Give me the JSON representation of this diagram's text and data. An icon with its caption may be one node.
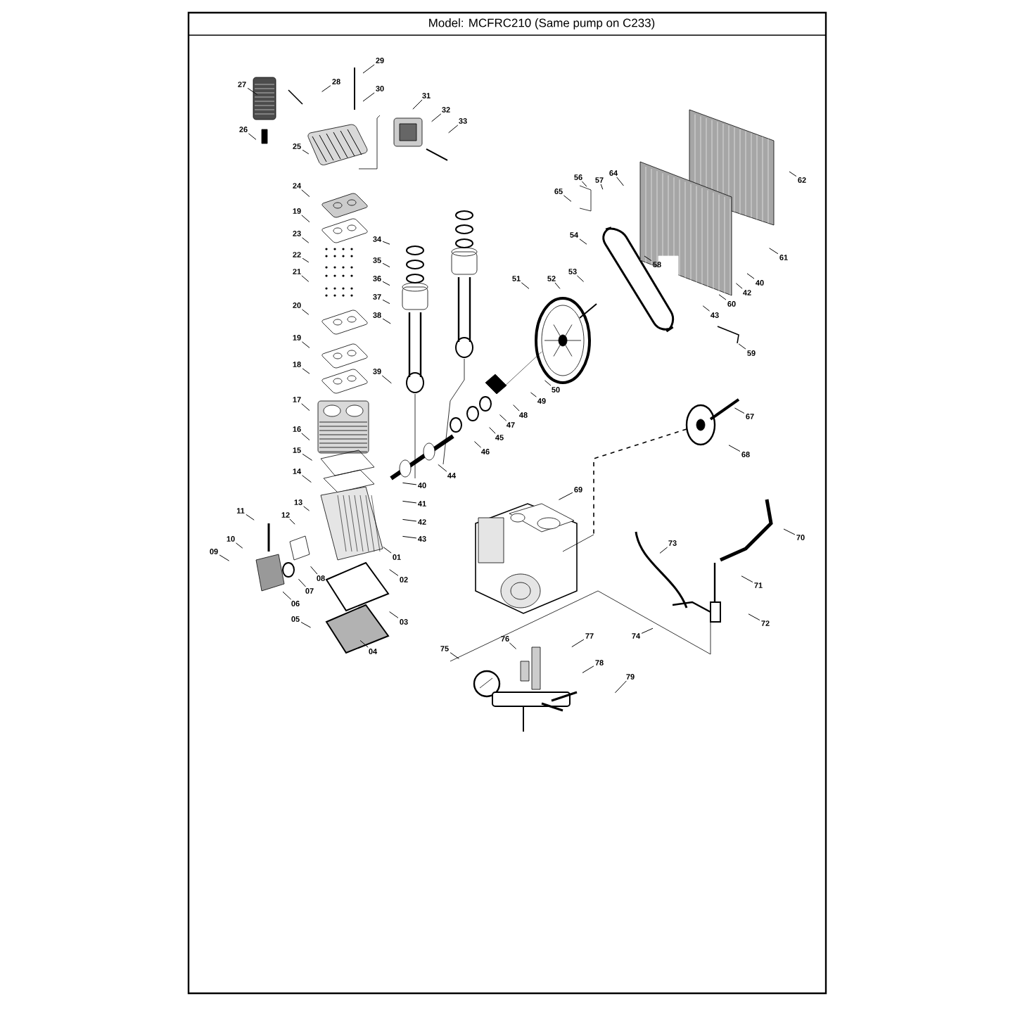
{
  "diagram": {
    "title": "Model: MCFRC210 (Same pump on C233)",
    "nodes": [
      {
        "text": [
          "27"
        ]
      },
      {
        "text": [
          "28"
        ]
      },
      {
        "text": [
          "29"
        ]
      },
      {
        "text": [
          "30"
        ]
      },
      {
        "text": [
          "31"
        ]
      },
      {
        "text": [
          "32"
        ]
      },
      {
        "text": [
          "33"
        ]
      },
      {
        "text": [
          "26"
        ]
      },
      {
        "text": [
          "25"
        ]
      },
      {
        "text": [
          "24"
        ]
      },
      {
        "text": [
          "19"
        ]
      },
      {
        "text": [
          "23"
        ]
      },
      {
        "text": [
          "22"
        ]
      },
      {
        "text": [
          "21"
        ]
      },
      {
        "text": [
          "34"
        ]
      },
      {
        "text": [
          "35"
        ]
      },
      {
        "text": [
          "36"
        ]
      },
      {
        "text": [
          "37"
        ]
      },
      {
        "text": [
          "38"
        ]
      },
      {
        "text": [
          "20"
        ]
      },
      {
        "text": [
          "19"
        ]
      },
      {
        "text": [
          "18"
        ]
      },
      {
        "text": [
          "39"
        ]
      },
      {
        "text": [
          "17"
        ]
      },
      {
        "text": [
          "16"
        ]
      },
      {
        "text": [
          "15"
        ]
      },
      {
        "text": [
          "14"
        ]
      },
      {
        "text": [
          "11"
        ]
      },
      {
        "text": [
          "13"
        ]
      },
      {
        "text": [
          "12"
        ]
      },
      {
        "text": [
          "10"
        ]
      },
      {
        "text": [
          "09"
        ]
      },
      {
        "text": [
          "08"
        ]
      },
      {
        "text": [
          "07"
        ]
      },
      {
        "text": [
          "06"
        ]
      },
      {
        "text": [
          "05"
        ]
      },
      {
        "text": [
          "04"
        ]
      },
      {
        "text": [
          "03"
        ]
      },
      {
        "text": [
          "02"
        ]
      },
      {
        "text": [
          "01"
        ]
      },
      {
        "text": [
          "40"
        ]
      },
      {
        "text": [
          "41"
        ]
      },
      {
        "text": [
          "42"
        ]
      },
      {
        "text": [
          "43"
        ]
      },
      {
        "text": [
          "44"
        ]
      },
      {
        "text": [
          "46"
        ]
      },
      {
        "text": [
          "45"
        ]
      },
      {
        "text": [
          "47"
        ]
      },
      {
        "text": [
          "48"
        ]
      },
      {
        "text": [
          "49"
        ]
      },
      {
        "text": [
          "50"
        ]
      },
      {
        "text": [
          "51"
        ]
      },
      {
        "text": [
          "52"
        ]
      },
      {
        "text": [
          "53"
        ]
      },
      {
        "text": [
          "54"
        ]
      },
      {
        "text": [
          "65"
        ]
      },
      {
        "text": [
          "56"
        ]
      },
      {
        "text": [
          "57"
        ]
      },
      {
        "text": [
          "64"
        ]
      },
      {
        "text": [
          "58"
        ]
      },
      {
        "text": [
          "62"
        ]
      },
      {
        "text": [
          "61"
        ]
      },
      {
        "text": [
          "40"
        ]
      },
      {
        "text": [
          "42"
        ]
      },
      {
        "text": [
          "60"
        ]
      },
      {
        "text": [
          "43"
        ]
      },
      {
        "text": [
          "59"
        ]
      },
      {
        "text": [
          "67"
        ]
      },
      {
        "text": [
          "68"
        ]
      },
      {
        "text": [
          "69"
        ]
      },
      {
        "text": [
          "73"
        ]
      },
      {
        "text": [
          "70"
        ]
      },
      {
        "text": [
          "71"
        ]
      },
      {
        "text": [
          "72"
        ]
      },
      {
        "text": [
          "74"
        ]
      },
      {
        "text": [
          "75"
        ]
      },
      {
        "text": [
          "76"
        ]
      },
      {
        "text": [
          "77"
        ]
      },
      {
        "text": [
          "78"
        ]
      },
      {
        "text": [
          "79"
        ]
      }
    ],
    "edges": [
      {
        "from": 0,
        "to": null,
        "arrow": "none"
      },
      {
        "from": 1,
        "to": null,
        "arrow": "none"
      },
      {
        "from": 2,
        "to": null,
        "arrow": "none"
      },
      {
        "from": 3,
        "to": null,
        "arrow": "none"
      },
      {
        "from": 4,
        "to": null,
        "arrow": "none"
      },
      {
        "from": 5,
        "to": null,
        "arrow": "none"
      },
      {
        "from": 6,
        "to": null,
        "arrow": "none"
      },
      {
        "from": 7,
        "to": null,
        "arrow": "none"
      },
      {
        "from": 8,
        "to": null,
        "arrow": "none"
      },
      {
        "from": 9,
        "to": null,
        "arrow": "none"
      },
      {
        "from": 10,
        "to": null,
        "arrow": "none"
      },
      {
        "from": 11,
        "to": null,
        "arrow": "none"
      },
      {
        "from": 12,
        "to": null,
        "arrow": "none"
      },
      {
        "from": 13,
        "to": null,
        "arrow": "none"
      },
      {
        "from": 14,
        "to": null,
        "arrow": "none"
      },
      {
        "from": 15,
        "to": null,
        "arrow": "none"
      },
      {
        "from": 16,
        "to": null,
        "arrow": "none"
      },
      {
        "from": 17,
        "to": null,
        "arrow": "none"
      },
      {
        "from": 18,
        "to": null,
        "arrow": "none"
      },
      {
        "from": 19,
        "to": null,
        "arrow": "none"
      },
      {
        "from": 20,
        "to": null,
        "arrow": "none"
      },
      {
        "from": 21,
        "to": null,
        "arrow": "none"
      },
      {
        "from": 22,
        "to": null,
        "arrow": "none"
      },
      {
        "from": 23,
        "to": null,
        "arrow": "none"
      },
      {
        "from": 24,
        "to": null,
        "arrow": "none"
      },
      {
        "from": 25,
        "to": null,
        "arrow": "none"
      },
      {
        "from": 26,
        "to": null,
        "arrow": "none"
      },
      {
        "from": 27,
        "to": null,
        "arrow": "none"
      },
      {
        "from": 28,
        "to": null,
        "arrow": "none"
      },
      {
        "from": 29,
        "to": null,
        "arrow": "none"
      },
      {
        "from": 30,
        "to": null,
        "arrow": "none"
      },
      {
        "from": 31,
        "to": null,
        "arrow": "none"
      },
      {
        "from": 32,
        "to": null,
        "arrow": "none"
      },
      {
        "from": 33,
        "to": null,
        "arrow": "none"
      },
      {
        "from": 34,
        "to": null,
        "arrow": "none"
      },
      {
        "from": 35,
        "to": null,
        "arrow": "none"
      },
      {
        "from": 36,
        "to": null,
        "arrow": "none"
      },
      {
        "from": 37,
        "to": null,
        "arrow": "none"
      },
      {
        "from": 38,
        "to": null,
        "arrow": "none"
      },
      {
        "from": 39,
        "to": null,
        "arrow": "none"
      },
      {
        "from": 40,
        "to": null,
        "arrow": "none"
      },
      {
        "from": 41,
        "to": null,
        "arrow": "none"
      },
      {
        "from": 42,
        "to": null,
        "arrow": "none"
      },
      {
        "from": 43,
        "to": null,
        "arrow": "none"
      },
      {
        "from": 44,
        "to": null,
        "arrow": "none"
      },
      {
        "from": 45,
        "to": null,
        "arrow": "none"
      },
      {
        "from": 46,
        "to": null,
        "arrow": "none"
      },
      {
        "from": 47,
        "to": null,
        "arrow": "none"
      },
      {
        "from": 48,
        "to": null,
        "arrow": "none"
      },
      {
        "from": 49,
        "to": null,
        "arrow": "none"
      },
      {
        "from": 50,
        "to": null,
        "arrow": "none"
      },
      {
        "from": 51,
        "to": null,
        "arrow": "none"
      },
      {
        "from": 52,
        "to": null,
        "arrow": "none"
      },
      {
        "from": 53,
        "to": null,
        "arrow": "none"
      },
      {
        "from": 54,
        "to": null,
        "arrow": "none"
      },
      {
        "from": 55,
        "to": null,
        "arrow": "none"
      },
      {
        "from": 56,
        "to": null,
        "arrow": "none"
      },
      {
        "from": 57,
        "to": null,
        "arrow": "none"
      },
      {
        "from": 58,
        "to": null,
        "arrow": "none"
      },
      {
        "from": 59,
        "to": null,
        "arrow": "none"
      },
      {
        "from": 60,
        "to": null,
        "arrow": "none"
      },
      {
        "from": 61,
        "to": null,
        "arrow": "none"
      },
      {
        "from": 62,
        "to": null,
        "arrow": "none"
      },
      {
        "from": 63,
        "to": null,
        "arrow": "none"
      },
      {
        "from": 64,
        "to": null,
        "arrow": "none"
      },
      {
        "from": 65,
        "to": null,
        "arrow": "none"
      },
      {
        "from": 66,
        "to": null,
        "arrow": "none"
      },
      {
        "from": 67,
        "to": null,
        "arrow": "none"
      },
      {
        "from": 68,
        "to": null,
        "arrow": "none"
      },
      {
        "from": 69,
        "to": null,
        "arrow": "none"
      },
      {
        "from": 70,
        "to": null,
        "arrow": "none"
      },
      {
        "from": 71,
        "to": null,
        "arrow": "none"
      },
      {
        "from": 72,
        "to": null,
        "arrow": "none"
      },
      {
        "from": 73,
        "to": null,
        "arrow": "none"
      },
      {
        "from": 74,
        "to": null,
        "arrow": "none"
      },
      {
        "from": 75,
        "to": null,
        "arrow": "none"
      },
      {
        "from": 76,
        "to": null,
        "arrow": "none"
      },
      {
        "from": 77,
        "to": null,
        "arrow": "none"
      },
      {
        "from": 78,
        "to": null,
        "arrow": "none"
      },
      {
        "from": 79,
        "to": null,
        "arrow": "none"
      }
    ]
  }
}
